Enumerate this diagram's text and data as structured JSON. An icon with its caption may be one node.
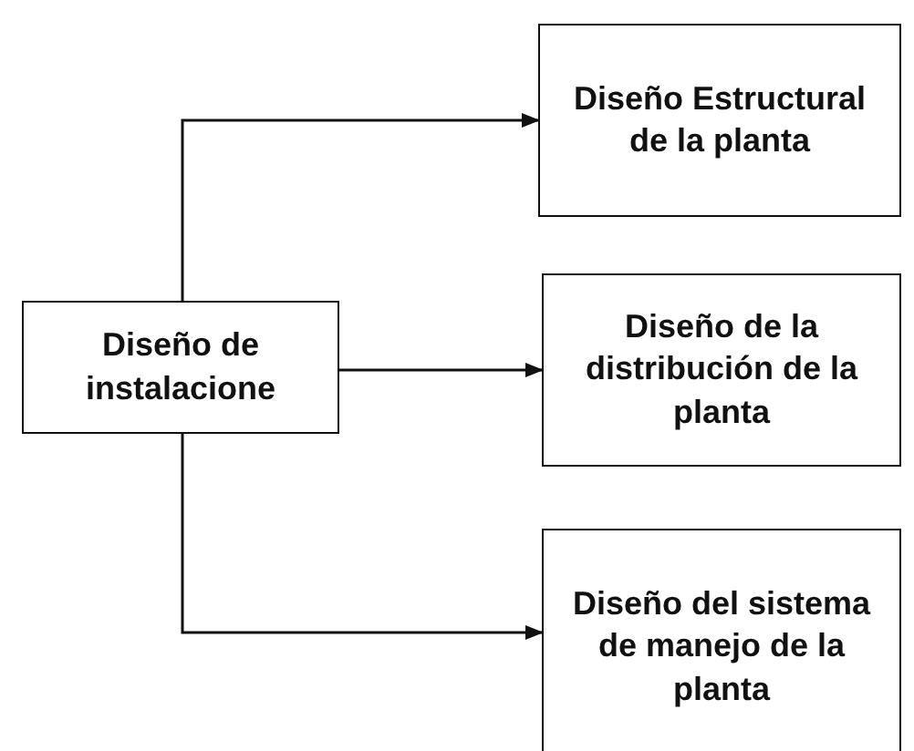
{
  "diagram": {
    "nodes": [
      {
        "text": [
          "Diseño de instalacione"
        ]
      },
      {
        "text": [
          "Diseño Estructural de la planta"
        ]
      },
      {
        "text": [
          "Diseño de la distribución de la planta"
        ]
      },
      {
        "text": [
          "Diseño del sistema de manejo de la planta"
        ]
      }
    ],
    "edges": [
      {
        "from": 0,
        "to": 1,
        "arrow": "to"
      },
      {
        "from": 0,
        "to": 2,
        "arrow": "to"
      },
      {
        "from": 0,
        "to": 3,
        "arrow": "to"
      }
    ]
  }
}
